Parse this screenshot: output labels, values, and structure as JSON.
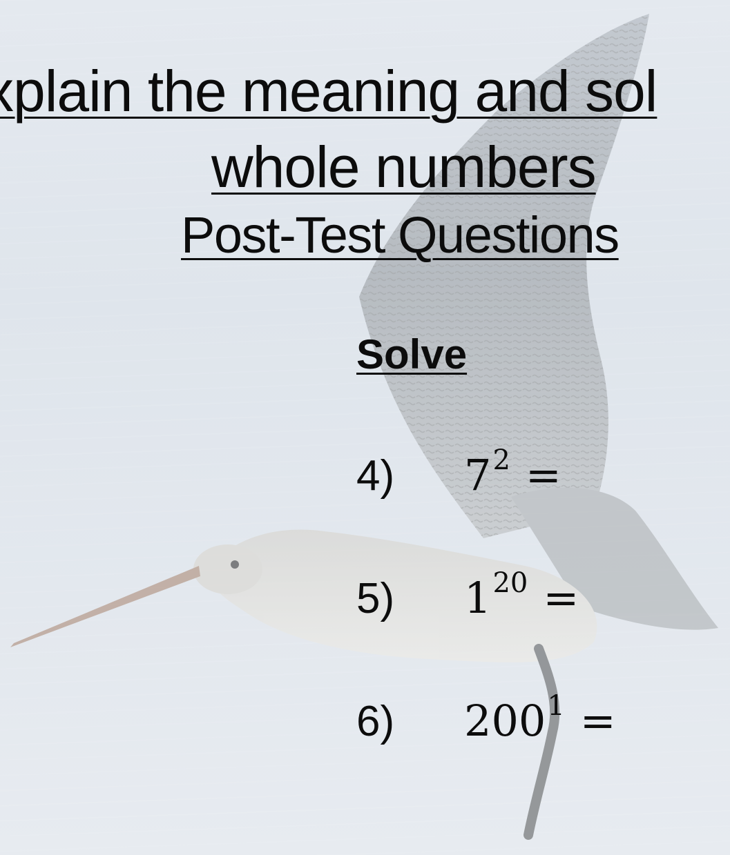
{
  "slide": {
    "title_line1": "xplain the meaning and sol",
    "title_line2": "whole numbers",
    "subtitle": "Post-Test Questions",
    "solve_heading": "Solve"
  },
  "questions": [
    {
      "number": "4)",
      "base": "7",
      "exponent": "2",
      "equals": "="
    },
    {
      "number": "5)",
      "base": "1",
      "exponent": "20",
      "equals": "="
    },
    {
      "number": "6)",
      "base": "200",
      "exponent": "1",
      "equals": "="
    }
  ],
  "colors": {
    "background": "#e2e7ed",
    "text": "#0c0c0c"
  }
}
